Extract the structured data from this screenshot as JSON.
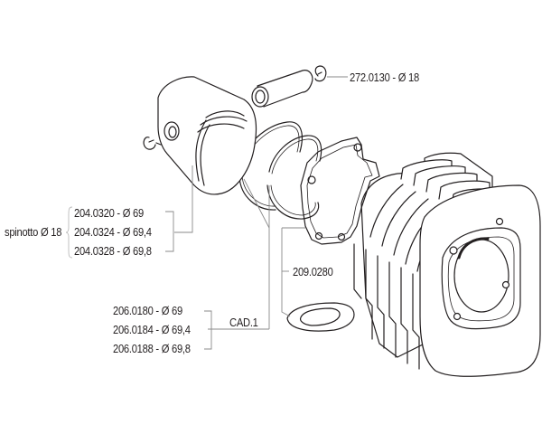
{
  "diagram": {
    "type": "exploded-parts-view",
    "colors": {
      "line": "#231f20",
      "leader": "#8a8a8a",
      "background": "#ffffff"
    },
    "parts": [
      {
        "id": "piston",
        "name": "piston"
      },
      {
        "id": "piston-pin",
        "name": "piston pin (spinotto)"
      },
      {
        "id": "circlip-left",
        "name": "circlip"
      },
      {
        "id": "circlip-right",
        "name": "circlip"
      },
      {
        "id": "piston-rings",
        "name": "piston rings (2)"
      },
      {
        "id": "head-gasket",
        "name": "cylinder gasket"
      },
      {
        "id": "base-gasket",
        "name": "small gasket"
      },
      {
        "id": "cylinder",
        "name": "finned cylinder"
      }
    ],
    "labels": {
      "circlip_code": "272.0130 - Ø 18",
      "spinotto_prefix": "spinotto Ø 18",
      "piston_codes": [
        "204.0320 - Ø 69",
        "204.0324 - Ø 69,4",
        "204.0328 - Ø 69,8"
      ],
      "gasket_code": "209.0280",
      "ring_qty": "CAD.1",
      "ring_codes": [
        "206.0180 - Ø 69",
        "206.0184 - Ø 69,4",
        "206.0188 - Ø 69,8"
      ]
    }
  }
}
